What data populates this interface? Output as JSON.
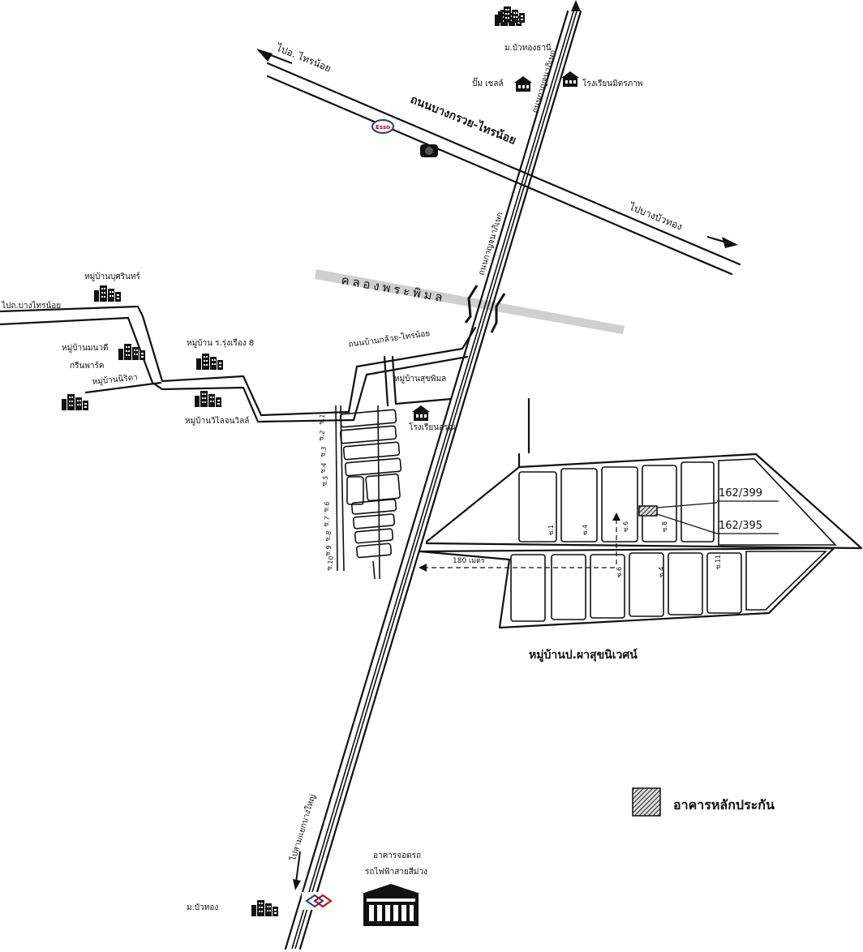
{
  "roads": {
    "to_sai_noi": "ไปอ. ไทรน้อย",
    "bangkruai_sainoi": "ถนนบางกรวย-ไทรน้อย",
    "to_bang_bua_thong": "ไปบางบัวทอง",
    "kanchanaphisek_top": "ถนนกาญจนาภิเษก",
    "kanchanaphisek_mid": "ถนนกาญจนาภิเษก",
    "ban_kluai_sainoi": "ถนนบ้านกล้วย-ไทรน้อย",
    "left_road": "ไปถ.บางไทรน้อย",
    "to_sam_yaek": "ไปสามแยกบางใหญ่"
  },
  "canal": "คลองพระพิมล",
  "places": {
    "bua_thong_thani": "ม.บัวทองธานี",
    "pump_shell": "ปั๊ม เชลล์",
    "rong_rian": "โรงเรียนมิตรภาพ",
    "mb_busarin": "หมู่บ้านบุศรินทร์",
    "mb_manwadi": "หมู่บ้านมนวดี",
    "green_park": "กรีนพาร์ค",
    "mb_nirita": "หมู่บ้านนิริดา",
    "mb_ror_rungruang": "หมู่บ้าน ร.รุ่งเรือง 8",
    "mb_vicharn": "หมู่บ้านวิไลจนวิลล์",
    "mb_nipon": "หมู่บ้านสุขพิมล",
    "school_small": "โรงเรียนอรุณ",
    "mor_bua_thong": "ม.บัวทอง",
    "depot_line1": "อาคารจอดรถ",
    "depot_line2": "รถไฟฟ้าสายสีม่วง",
    "main_village": "หมู่บ้านป.ผาสุขนิเวศน์"
  },
  "sois": [
    "ซ.1",
    "ซ.2",
    "ซ.3",
    "ซ.4",
    "ซ.5",
    "ซ.6",
    "ซ.7",
    "ซ.8",
    "ซ.9",
    "ซ.10"
  ],
  "village_sois": [
    "ซ.1",
    "ซ.4",
    "ซ.6",
    "ซ.8",
    "ซ.6",
    "ซ.4",
    "ซ.11"
  ],
  "distance": "180 เมตร",
  "addresses": {
    "a1": "162/399",
    "a2": "162/395"
  },
  "legend": {
    "label": "อาคารหลักประกัน"
  },
  "icons": {
    "esso": "Esso"
  }
}
